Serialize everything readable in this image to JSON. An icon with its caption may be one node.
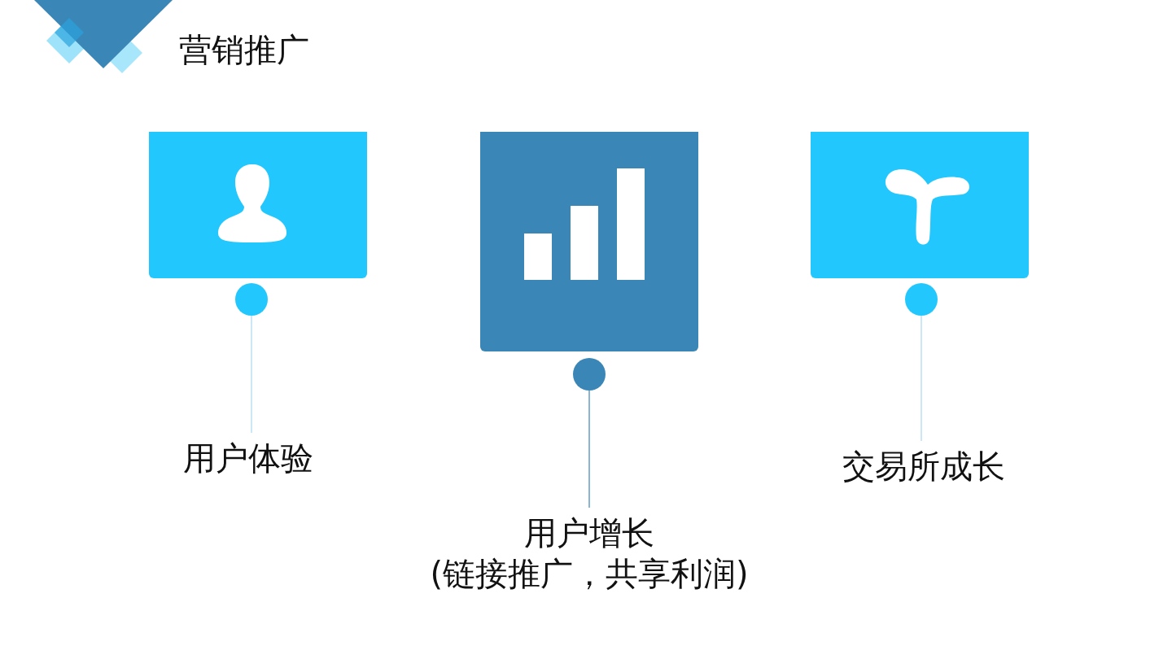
{
  "diagram": {
    "title": "营销推广",
    "nodes": [
      {
        "text": [],
        "shape": "box"
      },
      {
        "text": [],
        "shape": "box"
      },
      {
        "text": [],
        "shape": "box"
      },
      {
        "text": [],
        "shape": "circle"
      },
      {
        "text": [],
        "shape": "circle"
      },
      {
        "text": [],
        "shape": "circle"
      },
      {
        "text": [
          "用户体验"
        ]
      },
      {
        "text": [
          "用户增长",
          "(链接推广，共享利润)"
        ]
      },
      {
        "text": [
          "交易所成长"
        ]
      }
    ],
    "edges": [
      {
        "from": 3,
        "to": 6,
        "arrow": "none"
      },
      {
        "from": 4,
        "to": 7,
        "arrow": "none",
        "color": "#3a86b6"
      },
      {
        "from": 5,
        "to": 8,
        "arrow": "none"
      }
    ]
  }
}
